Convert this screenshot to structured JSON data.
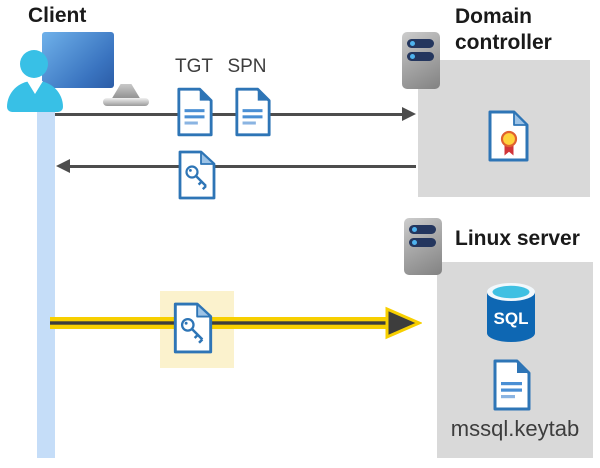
{
  "client": {
    "label": "Client"
  },
  "tickets": {
    "tgt": "TGT",
    "spn": "SPN"
  },
  "domain_controller": {
    "title_line1": "Domain",
    "title_line2": "controller"
  },
  "linux_server": {
    "title": "Linux server",
    "sql_badge": "SQL",
    "keytab_file": "mssql.keytab"
  },
  "colors": {
    "document_blue": "#2e75b6",
    "document_line_blue": "#4a8fd4",
    "fold_light_blue": "#9dc3e6",
    "panel_gray": "#d9d9d9",
    "timeline_blue": "#c5ddf8",
    "arrow_gray": "#4d4d4d",
    "kerberos_yellow": "#f7cf00",
    "highlight_yellow": "#fbf2cd",
    "server_navy": "#24365e",
    "person_cyan": "#38c0e6",
    "sql_blue": "#0e67b3",
    "certificate_gold": "#ffd23b",
    "certificate_red": "#d13438"
  }
}
